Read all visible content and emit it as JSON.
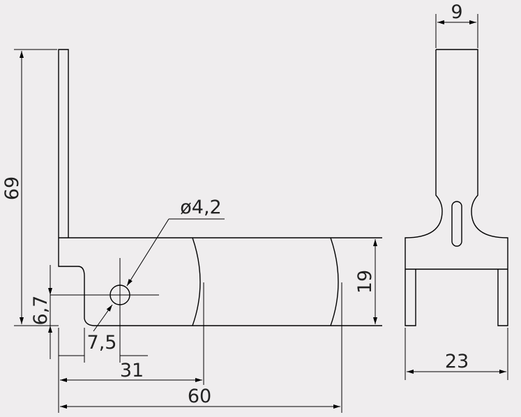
{
  "canvas": {
    "background": "#efedee",
    "line_color": "#000000"
  },
  "dimensions": {
    "height_overall": "69",
    "hole_diameter": "ø4,2",
    "body_height": "19",
    "hole_offset_vertical": "6,7",
    "hole_offset_horizontal": "7,5",
    "notch_width": "31",
    "body_length": "60",
    "tab_width": "9",
    "overall_width": "23"
  }
}
